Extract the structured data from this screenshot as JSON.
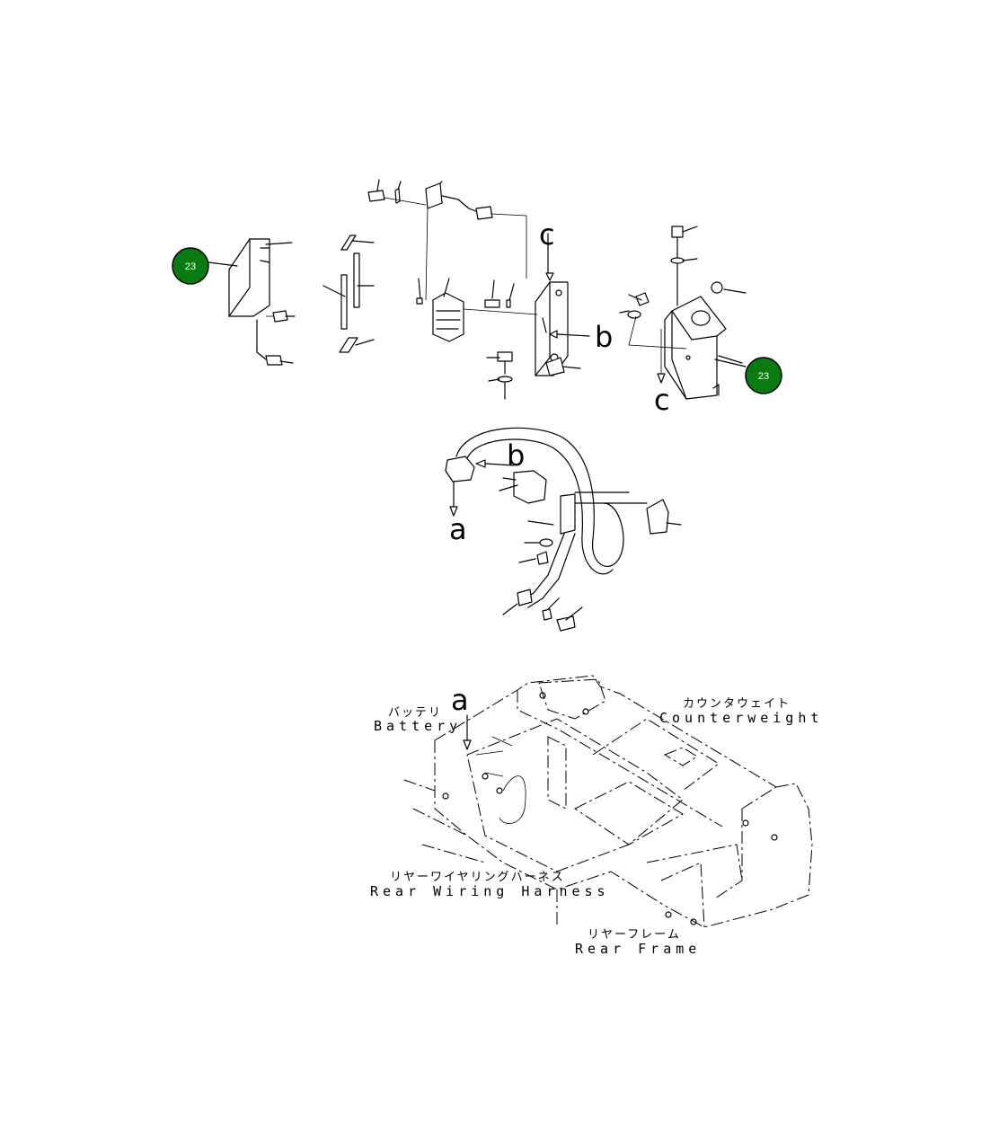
{
  "callouts": [
    {
      "id": "callout-left",
      "label": "23",
      "color": "#0a7a12"
    },
    {
      "id": "callout-right",
      "label": "23",
      "color": "#0a7a12"
    }
  ],
  "view_letters": {
    "c_top": "c",
    "c_bottom": "c",
    "b_top": "b",
    "b_middle": "b",
    "a_middle": "a",
    "a_bottom": "a"
  },
  "labels": {
    "battery_jp": "バッテリ",
    "battery_en": "Battery",
    "counterweight_jp": "カウンタウェイト",
    "counterweight_en": "Counterweight",
    "rear_wiring_harness_jp": "リヤーワイヤリングハーネス",
    "rear_wiring_harness_en": "Rear Wiring Harness",
    "rear_frame_jp": "リヤーフレーム",
    "rear_frame_en": "Rear Frame"
  }
}
